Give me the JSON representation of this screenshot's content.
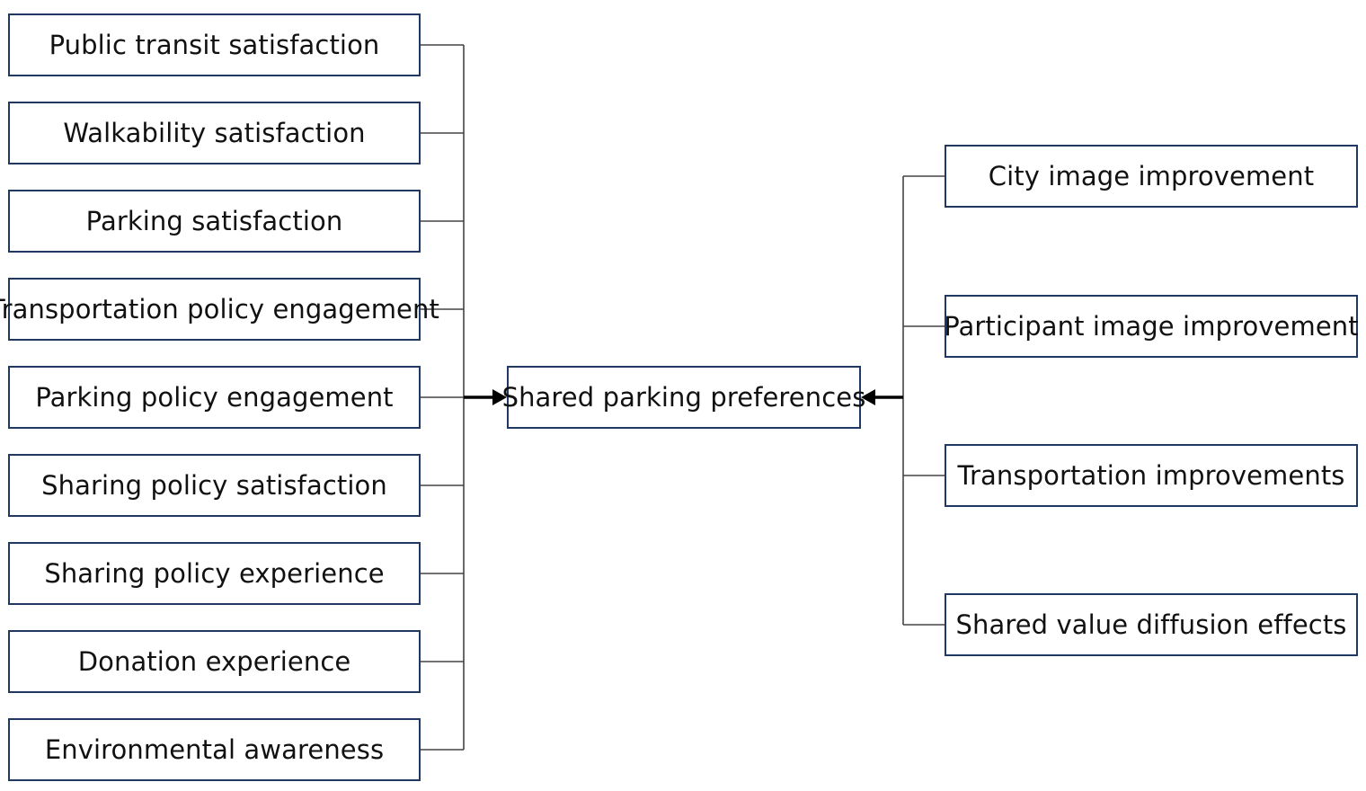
{
  "diagram": {
    "factors": [
      {
        "label": "Public transit satisfaction"
      },
      {
        "label": "Walkability satisfaction"
      },
      {
        "label": "Parking satisfaction"
      },
      {
        "label": "Transportation policy engagement"
      },
      {
        "label": "Parking policy engagement"
      },
      {
        "label": "Sharing policy satisfaction"
      },
      {
        "label": "Sharing policy experience"
      },
      {
        "label": "Donation experience"
      },
      {
        "label": "Environmental awareness"
      }
    ],
    "center": {
      "label": "Shared parking preferences"
    },
    "outcomes": [
      {
        "label": "City image improvement"
      },
      {
        "label": "Participant image improvement"
      },
      {
        "label": "Transportation improvements"
      },
      {
        "label": "Shared value diffusion effects"
      }
    ],
    "colors": {
      "box_border": "#1f3864",
      "connector": "#444444",
      "arrow": "#000000"
    }
  }
}
